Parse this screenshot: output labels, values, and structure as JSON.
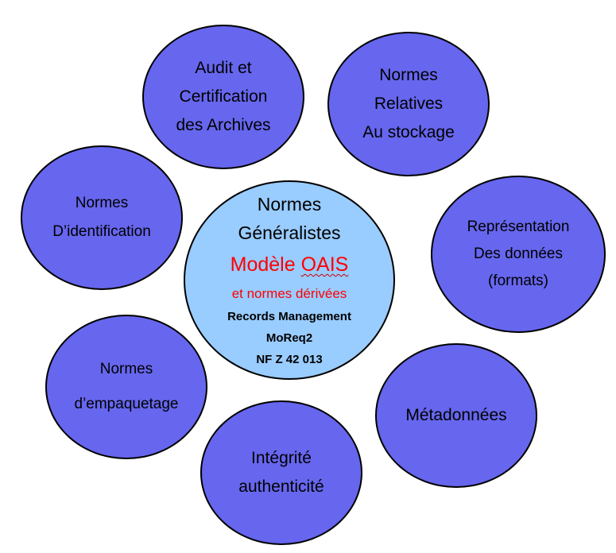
{
  "colors": {
    "outer_fill": "#6666ee",
    "center_fill": "#99ccff",
    "accent_red": "#ff0000",
    "outline": "#000000"
  },
  "bubbles": {
    "audit": {
      "lines": [
        "Audit et",
        "Certification",
        "des Archives"
      ]
    },
    "stockage": {
      "lines": [
        "Normes",
        "Relatives",
        "Au stockage"
      ]
    },
    "identification": {
      "lines": [
        "Normes",
        "D’identification"
      ]
    },
    "formats": {
      "lines": [
        "Représentation",
        "Des données",
        "(formats)"
      ]
    },
    "empaquetage": {
      "lines": [
        "Normes",
        "d’empaquetage"
      ]
    },
    "metadonnees": {
      "lines": [
        "Métadonnées"
      ]
    },
    "integrite": {
      "lines": [
        "Intégrité",
        "authenticité"
      ]
    }
  },
  "center": {
    "title_lines": [
      "Normes",
      "Généralistes"
    ],
    "model_prefix": "Modèle",
    "model_name": "OAIS",
    "derived": "et normes dérivées",
    "bold_lines": [
      "Records Management",
      "MoReq2",
      "NF Z 42 013"
    ]
  }
}
